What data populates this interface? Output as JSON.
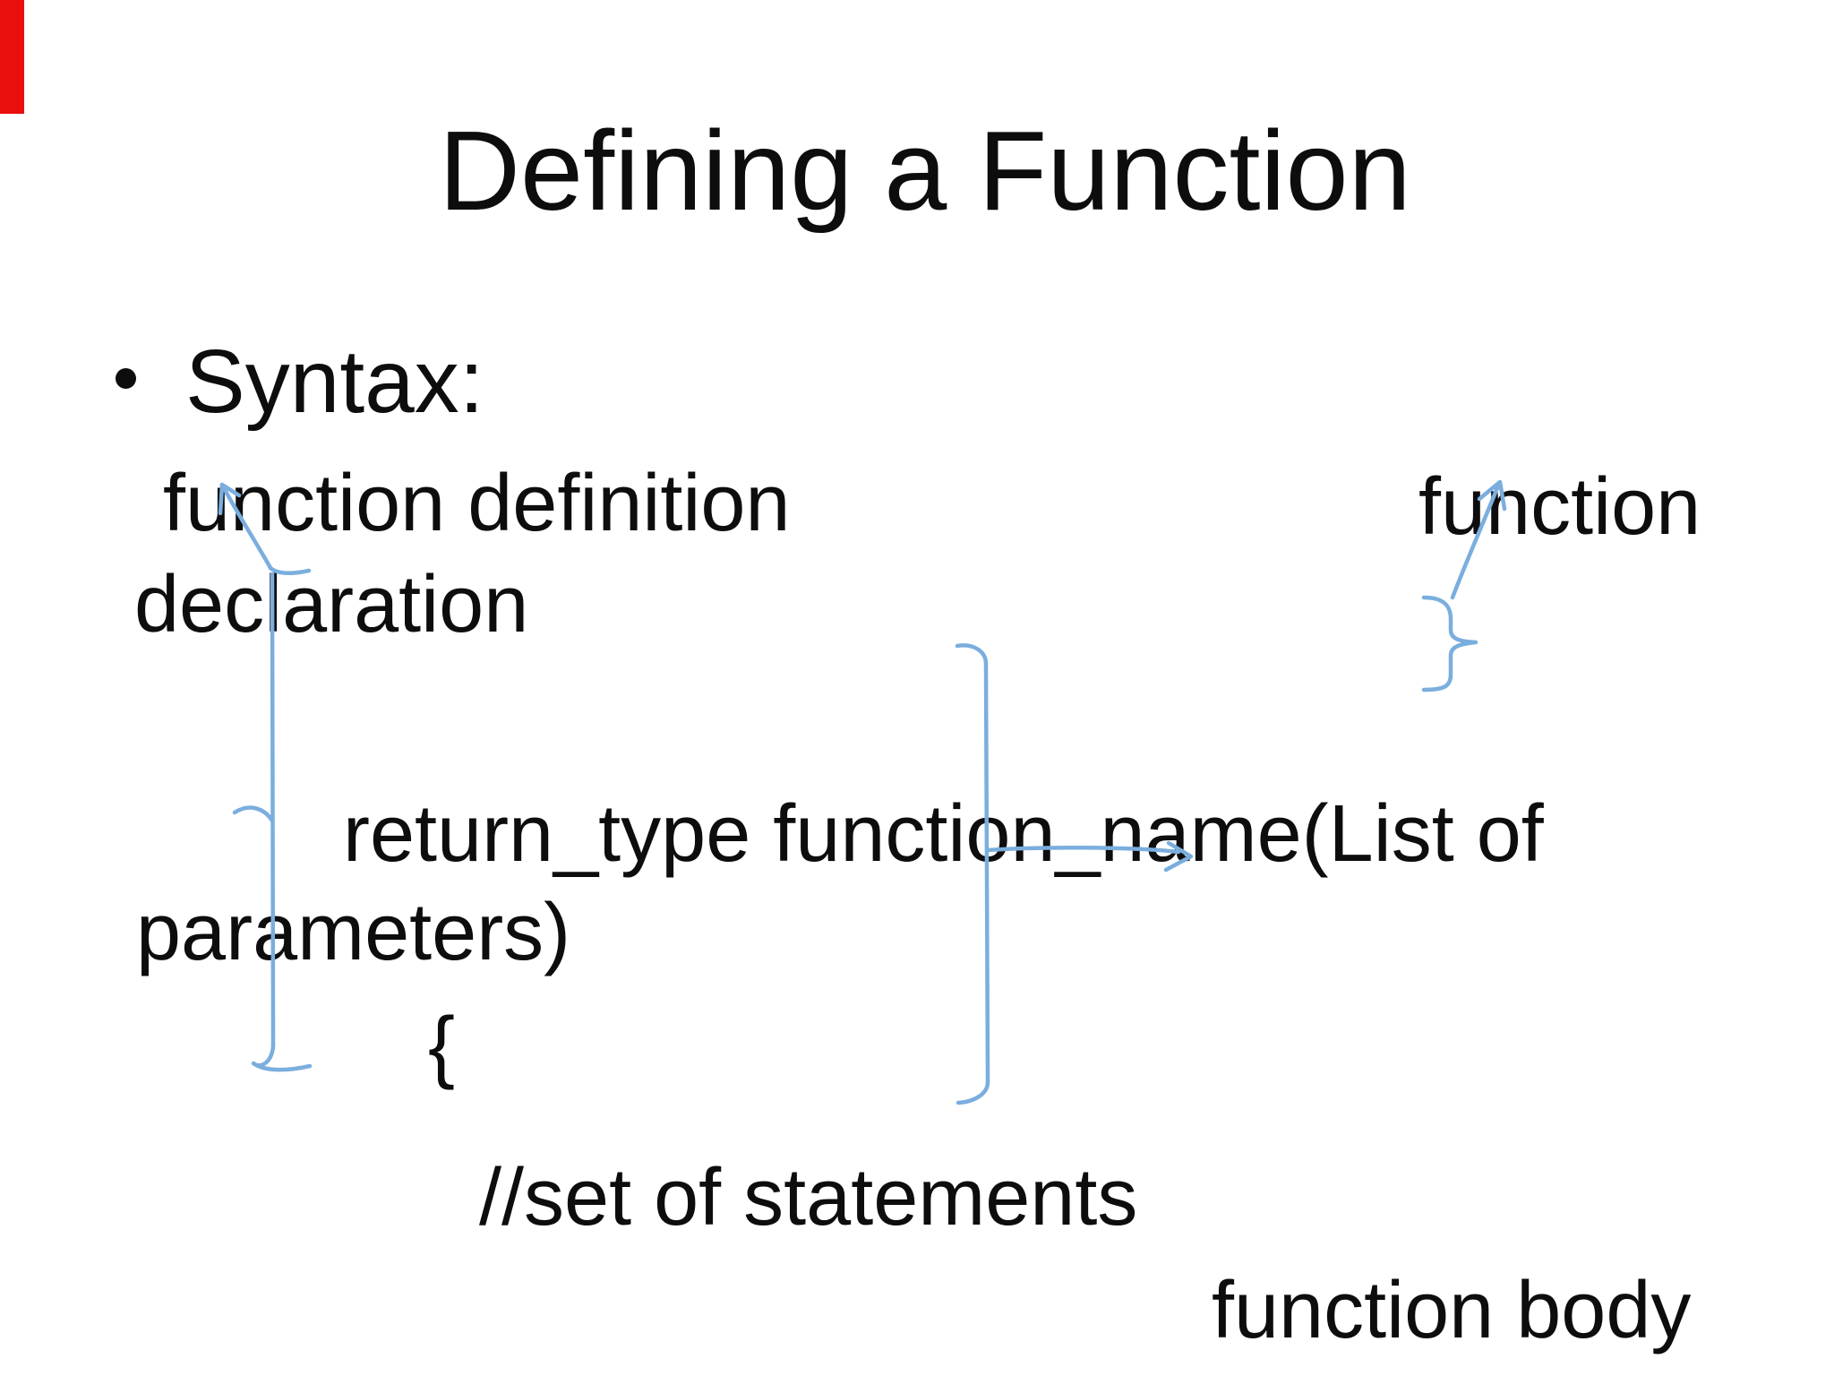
{
  "slide": {
    "title": "Defining a Function",
    "bullet": {
      "marker": "•",
      "label": "Syntax:"
    },
    "body": {
      "function_definition": "function definition",
      "function_top_right": "function",
      "declaration": "declaration",
      "signature": "return_type function_name(List of",
      "parameters": "parameters)",
      "open_brace": "{",
      "comment": "//set of statements",
      "function_body": "function body"
    }
  },
  "annotations": [
    "left-arrow-pointing-to-function-definition",
    "left-tall-brace-line-with-right-hook",
    "center-tall-bracket-spanning-signature",
    "center-right-arrow-toward-parameter-list",
    "right-up-arrow-pointing-to-function",
    "right-small-curly-brace"
  ],
  "colors": {
    "text": "#0d0d0d",
    "background": "#ffffff",
    "annotation_ink": "#7aaede",
    "red_marker": "#e90f0c"
  }
}
